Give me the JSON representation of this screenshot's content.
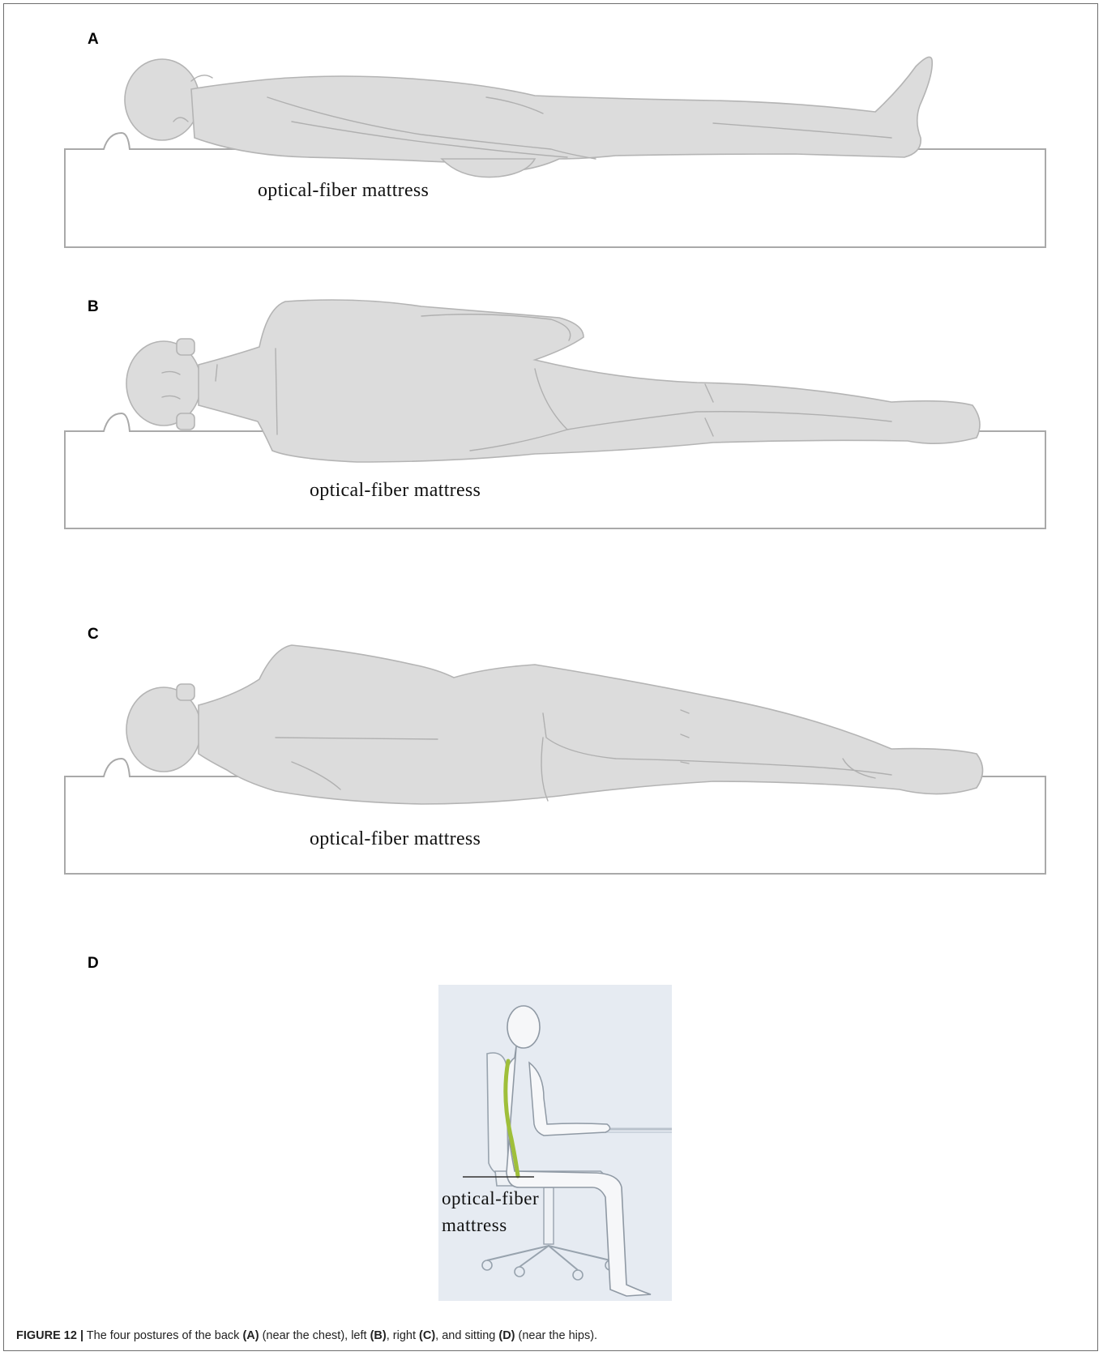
{
  "panels": {
    "a": {
      "letter": "A",
      "mattress_label": "optical-fiber mattress"
    },
    "b": {
      "letter": "B",
      "mattress_label": "optical-fiber mattress"
    },
    "c": {
      "letter": "C",
      "mattress_label": "optical-fiber mattress"
    },
    "d": {
      "letter": "D",
      "mattress_label_line1": "optical-fiber",
      "mattress_label_line2": "mattress"
    }
  },
  "caption": {
    "figure_label": "FIGURE 12 |",
    "part1": " The four postures of the back ",
    "ref_a": "(A)",
    "part2": " (near the chest), left ",
    "ref_b": "(B)",
    "part3": ", right ",
    "ref_c": "(C)",
    "part4": ", and sitting ",
    "ref_d": "(D)",
    "part5": " (near the hips)."
  },
  "colors": {
    "body_fill": "#dcdcdc",
    "body_outline": "#b4b4b4",
    "mattress_outline": "#a9a9a9",
    "sitting_background": "#e6ebf2",
    "spine_highlight": "#9fbf3a"
  }
}
